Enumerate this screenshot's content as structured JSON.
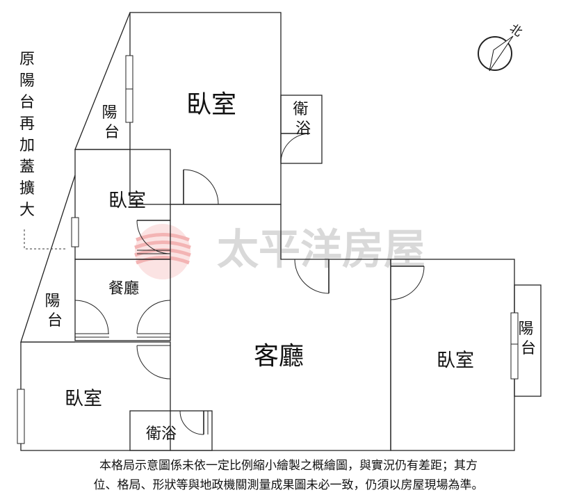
{
  "rooms": {
    "bedroom_top": "臥室",
    "bedroom_left": "臥室",
    "bedroom_right": "臥室",
    "bedroom_bottom_left": "臥室",
    "dining": "餐廳",
    "living": "客廳",
    "bath_top": "衛浴",
    "bath_bottom": "衛浴",
    "balcony_top_left": "陽台",
    "balcony_mid_left": "陽台",
    "balcony_right": "陽台"
  },
  "side_note": [
    "原",
    "陽",
    "台",
    "再",
    "加",
    "蓋",
    "擴",
    "大"
  ],
  "compass_label": "北",
  "watermark": "太平洋房屋",
  "disclaimer": [
    "本格局示意圖係未依一定比例縮小繪製之概繪圖，與實況仍有差距；其方",
    "位、格局、形狀等與地政機關測量成果圖未必一致，仍須以房屋現場為準。"
  ]
}
